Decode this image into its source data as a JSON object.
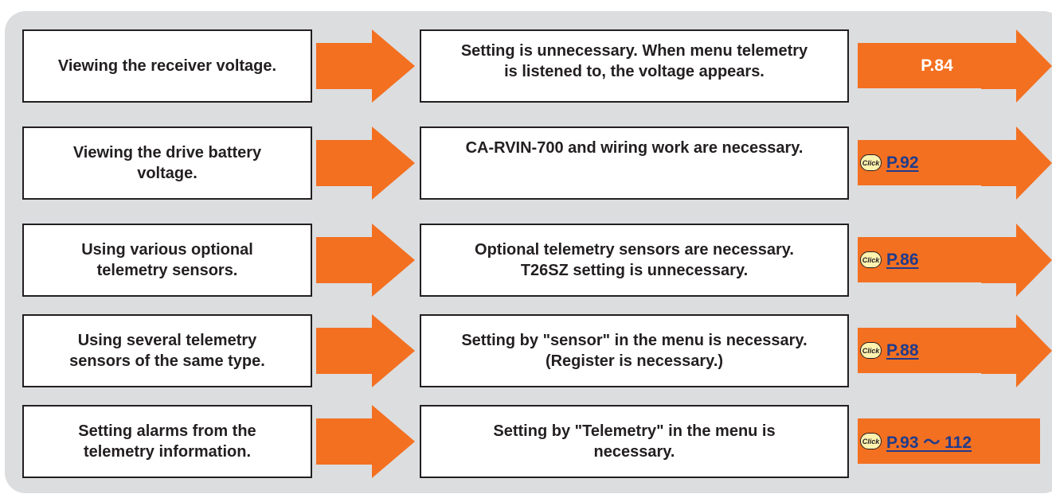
{
  "colors": {
    "panel": "#dcdddf",
    "arrow": "#f37021",
    "link": "#1f3b8c",
    "border": "#231f20"
  },
  "rows": [
    {
      "action": [
        "Viewing the receiver voltage."
      ],
      "requirement": [
        "Setting is unnecessary. When menu telemetry",
        "is listened to, the voltage appears."
      ],
      "page": "P.84",
      "clickable": false
    },
    {
      "action": [
        "Viewing the drive battery",
        "voltage."
      ],
      "requirement": [
        "CA-RVIN-700 and wiring work are necessary."
      ],
      "page": "P.92",
      "clickable": true,
      "icon": "click-icon",
      "icon_label": "Click"
    },
    {
      "action": [
        "Using various optional",
        "telemetry sensors."
      ],
      "requirement": [
        "Optional telemetry sensors are necessary.",
        "T26SZ setting is unnecessary."
      ],
      "page": "P.86",
      "clickable": true,
      "icon": "click-icon",
      "icon_label": "Click"
    },
    {
      "action": [
        "Using several telemetry",
        "sensors of the same type."
      ],
      "requirement": [
        "Setting by \"sensor\" in the menu is necessary.",
        "(Register is necessary.)"
      ],
      "page": "P.88",
      "clickable": true,
      "icon": "click-icon",
      "icon_label": "Click"
    },
    {
      "action": [
        "Setting alarms from the",
        "telemetry information."
      ],
      "requirement": [
        "Setting by \"Telemetry\" in the menu is",
        "necessary."
      ],
      "page": "P.93 ～ 112",
      "clickable": true,
      "icon": "click-icon",
      "icon_label": "Click"
    }
  ]
}
